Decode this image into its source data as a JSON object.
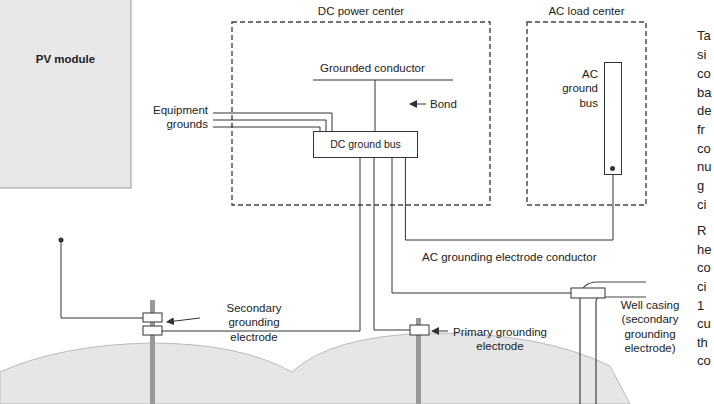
{
  "diagram": {
    "nodes": [
      {
        "text": [
          "PV module"
        ]
      },
      {
        "text": [
          "DC power center"
        ]
      },
      {
        "text": [
          "DC ground bus"
        ],
        "in": 1
      },
      {
        "text": [
          "AC load center"
        ]
      },
      {
        "text": [
          "AC ground bus"
        ],
        "in": 3
      }
    ],
    "edges": [
      {
        "from": 2,
        "to": 4,
        "arrow": "none",
        "label": "AC grounding electrode conductor"
      }
    ],
    "labels": [
      "Equipment grounds",
      "Grounded conductor",
      "Bond",
      "Secondary grounding electrode",
      "Primary grounding electrode",
      "Well casing (secondary grounding electrode)",
      "Ta",
      "si",
      "co",
      "ba",
      "de",
      "fr",
      "co",
      "nu",
      "g",
      "ci",
      "R",
      "he",
      "co",
      "ci",
      "1",
      "cu",
      "th",
      "co"
    ]
  }
}
